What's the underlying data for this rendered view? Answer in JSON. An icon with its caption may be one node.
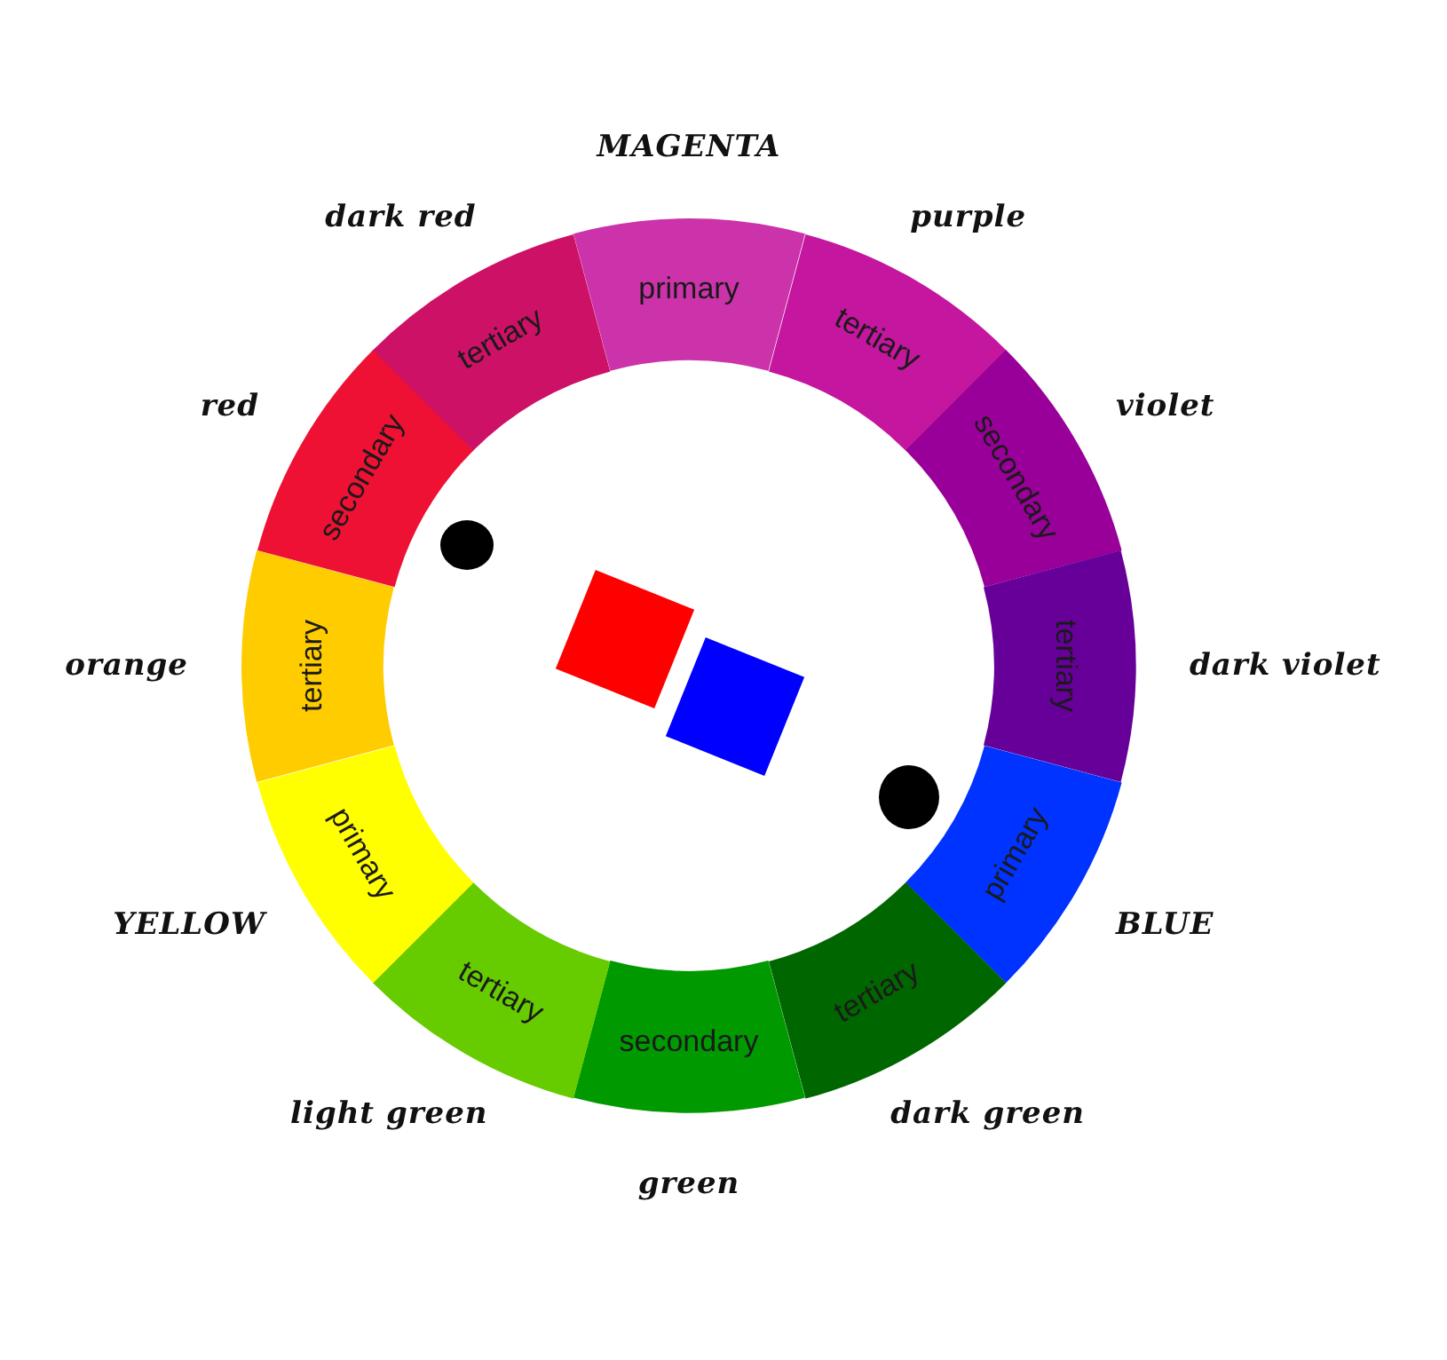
{
  "diagram": {
    "nodes": [
      {
        "text": [
          "primary"
        ],
        "beside": [
          "MAGENTA"
        ]
      },
      {
        "text": [
          "tertiary"
        ],
        "beside": [
          "purple"
        ]
      },
      {
        "text": [
          "secondary"
        ],
        "beside": [
          "violet"
        ]
      },
      {
        "text": [
          "tertiary"
        ],
        "beside": [
          "dark violet"
        ]
      },
      {
        "text": [
          "primary"
        ],
        "beside": [
          "BLUE"
        ]
      },
      {
        "text": [
          "tertiary"
        ],
        "beside": [
          "dark green"
        ]
      },
      {
        "text": [
          "secondary"
        ],
        "beside": [
          "green"
        ]
      },
      {
        "text": [
          "tertiary"
        ],
        "beside": [
          "light green"
        ]
      },
      {
        "text": [
          "primary"
        ],
        "beside": [
          "YELLOW"
        ]
      },
      {
        "text": [
          "tertiary"
        ],
        "beside": [
          "orange"
        ]
      },
      {
        "text": [
          "secondary"
        ],
        "beside": [
          "red"
        ]
      },
      {
        "text": [
          "tertiary"
        ],
        "beside": [
          "dark red"
        ]
      },
      {
        "text": [],
        "shape": "box"
      },
      {
        "text": [],
        "shape": "box"
      }
    ]
  }
}
